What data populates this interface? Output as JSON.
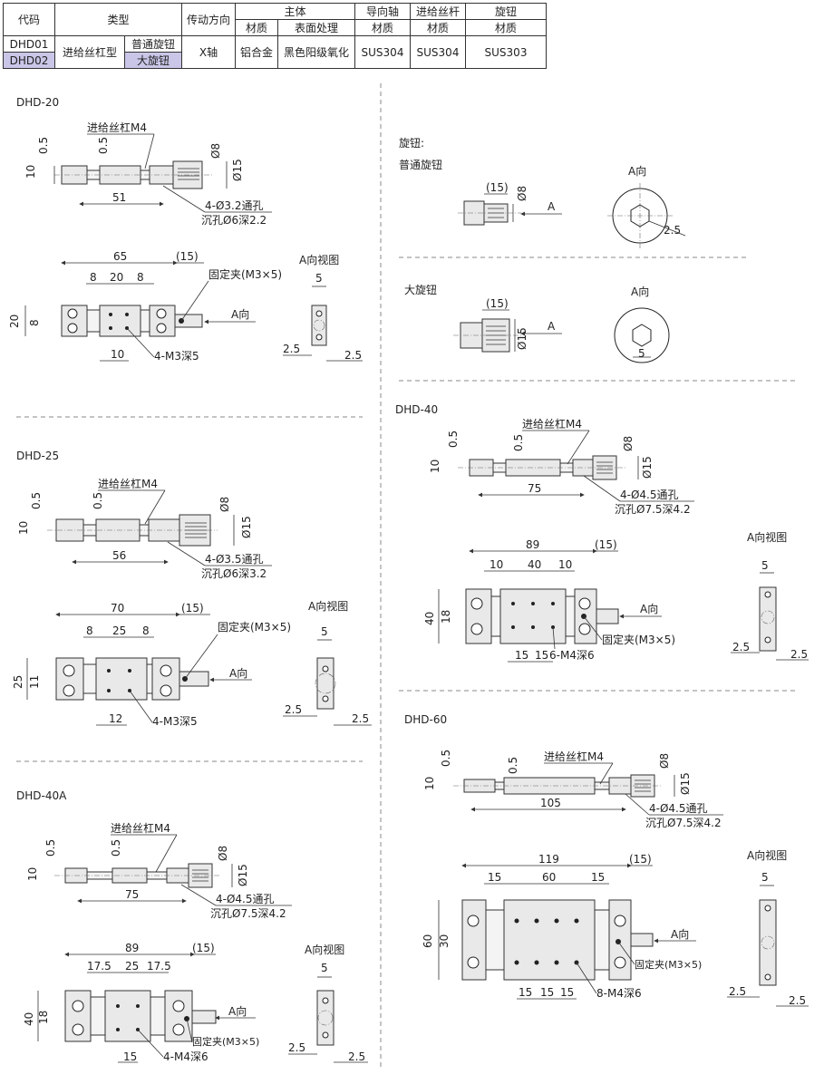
{
  "table": {
    "headers_top": [
      "代码",
      "类型",
      "传动方向",
      "主体",
      "导向轴",
      "进给丝杆",
      "旋钮"
    ],
    "headers_sub": [
      "材质",
      "表面处理",
      "材质",
      "材质",
      "材质"
    ],
    "codes": [
      "DHD01",
      "DHD02"
    ],
    "type": "进给丝杠型",
    "subtypes": [
      "普通旋钮",
      "大旋钮"
    ],
    "direction": "X轴",
    "body_material": "铝合金",
    "surface": "黑色阳级氧化",
    "guide_material": "SUS304",
    "screw_material": "SUS304",
    "knob_material": "SUS303"
  },
  "colors": {
    "highlight": "#c9c6e8",
    "part": "#e9e9e9"
  },
  "sections": {
    "dhd20": {
      "title": "DHD-20",
      "screw": "进给丝杠M4",
      "d8": "Ø8",
      "d15": "Ø15",
      "t05a": "0.5",
      "t05b": "0.5",
      "h10": "10",
      "len": "51",
      "hole1": "4-Ø3.2通孔",
      "hole2": "沉孔Ø6深2.2",
      "w": "65",
      "k": "(15)",
      "a": "8",
      "b": "20",
      "c": "8",
      "clamp": "固定夹(M3×5)",
      "dir": "A向",
      "h": "20",
      "h2": "8",
      "p": "10",
      "tap": "4-M3深5",
      "view": "A向视图",
      "v5": "5",
      "v25a": "2.5",
      "v25b": "2.5"
    },
    "dhd25": {
      "title": "DHD-25",
      "screw": "进给丝杠M4",
      "d8": "Ø8",
      "d15": "Ø15",
      "t05a": "0.5",
      "t05b": "0.5",
      "h10": "10",
      "len": "56",
      "hole1": "4-Ø3.5通孔",
      "hole2": "沉孔Ø6深3.2",
      "w": "70",
      "k": "(15)",
      "a": "8",
      "b": "25",
      "c": "8",
      "clamp": "固定夹(M3×5)",
      "dir": "A向",
      "h": "25",
      "h2": "11",
      "p": "12",
      "tap": "4-M3深5",
      "view": "A向视图",
      "v5": "5",
      "v25a": "2.5",
      "v25b": "2.5"
    },
    "dhd40a": {
      "title": "DHD-40A",
      "screw": "进给丝杠M4",
      "d8": "Ø8",
      "d15": "Ø15",
      "t05a": "0.5",
      "t05b": "0.5",
      "h10": "10",
      "len": "75",
      "hole1": "4-Ø4.5通孔",
      "hole2": "沉孔Ø7.5深4.2",
      "w": "89",
      "k": "(15)",
      "a": "17.5",
      "b": "25",
      "c": "17.5",
      "clamp": "固定夹(M3×5)",
      "dir": "A向",
      "h": "40",
      "h2": "18",
      "p": "15",
      "tap": "4-M4深6",
      "view": "A向视图",
      "v5": "5",
      "v25a": "2.5",
      "v25b": "2.5"
    },
    "knob": {
      "title": "旋钮:",
      "normal": "普通旋钮",
      "big": "大旋钮",
      "k15": "(15)",
      "d8": "Ø8",
      "d15": "Ø15",
      "a": "A",
      "dir": "A向",
      "v25": "2.5",
      "v5": "5"
    },
    "dhd40": {
      "title": "DHD-40",
      "screw": "进给丝杠M4",
      "d8": "Ø8",
      "d15": "Ø15",
      "t05a": "0.5",
      "t05b": "0.5",
      "h10": "10",
      "len": "75",
      "hole1": "4-Ø4.5通孔",
      "hole2": "沉孔Ø7.5深4.2",
      "w": "89",
      "k": "(15)",
      "a": "10",
      "b": "40",
      "c": "10",
      "clamp": "固定夹(M3×5)",
      "dir": "A向",
      "h": "40",
      "h2": "18",
      "p1": "15",
      "p2": "15",
      "tap": "6-M4深6",
      "view": "A向视图",
      "v5": "5",
      "v25a": "2.5",
      "v25b": "2.5"
    },
    "dhd60": {
      "title": "DHD-60",
      "screw": "进给丝杠M4",
      "d8": "Ø8",
      "d15": "Ø15",
      "t05a": "0.5",
      "t05b": "0.5",
      "h10": "10",
      "len": "105",
      "hole1": "4-Ø4.5通孔",
      "hole2": "沉孔Ø7.5深4.2",
      "w": "119",
      "k": "(15)",
      "a": "15",
      "b": "60",
      "c": "15",
      "clamp": "固定夹(M3×5)",
      "dir": "A向",
      "h": "60",
      "h2": "30",
      "p1": "15",
      "p2": "15",
      "p3": "15",
      "tap": "8-M4深6",
      "view": "A向视图",
      "v5": "5",
      "v25a": "2.5",
      "v25b": "2.5"
    }
  }
}
